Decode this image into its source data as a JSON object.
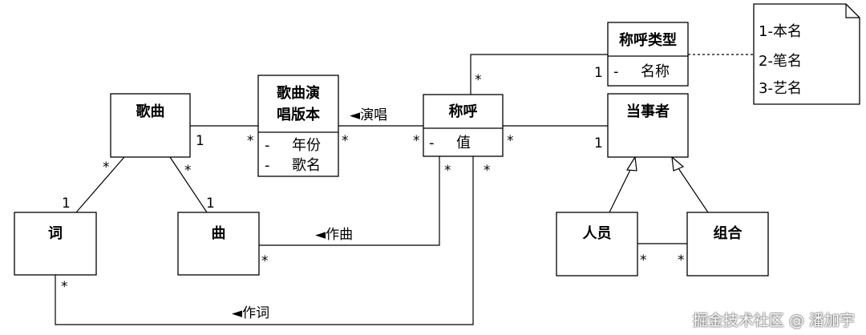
{
  "classes": {
    "song": {
      "name": "歌曲"
    },
    "version": {
      "name_line1": "歌曲演",
      "name_line2": "唱版本",
      "attr1_vis": "-",
      "attr1": "年份",
      "attr2_vis": "-",
      "attr2": "歌名"
    },
    "appellation": {
      "name": "称呼",
      "attr_vis": "-",
      "attr": "值"
    },
    "appellation_type": {
      "name": "称呼类型",
      "attr_vis": "-",
      "attr": "名称"
    },
    "party": {
      "name": "当事者"
    },
    "lyrics": {
      "name": "词"
    },
    "melody": {
      "name": "曲"
    },
    "person": {
      "name": "人员"
    },
    "group": {
      "name": "组合"
    }
  },
  "note": {
    "line1": "1-本名",
    "line2": "2-笔名",
    "line3": "3-艺名"
  },
  "roles": {
    "sing": "◄演唱",
    "compose": "◄作曲",
    "write_lyrics": "◄作词"
  },
  "multiplicities": {
    "song_version_song": "1",
    "song_version_version": "*",
    "version_appellation_version": "*",
    "version_appellation_appellation": "*",
    "type_appellation_type": "1",
    "type_appellation_appellation": "*",
    "appellation_party_appellation": "*",
    "appellation_party_party": "1",
    "song_lyrics_song": "*",
    "song_lyrics_lyrics": "1",
    "song_melody_song": "*",
    "song_melody_melody": "1",
    "melody_appellation_melody": "*",
    "melody_appellation_appellation": "*",
    "lyrics_appellation_lyrics": "*",
    "lyrics_appellation_appellation": "*",
    "person_group_person": "*",
    "person_group_group": "*"
  },
  "watermark": "掘金技术社区 @ 潘加宇"
}
